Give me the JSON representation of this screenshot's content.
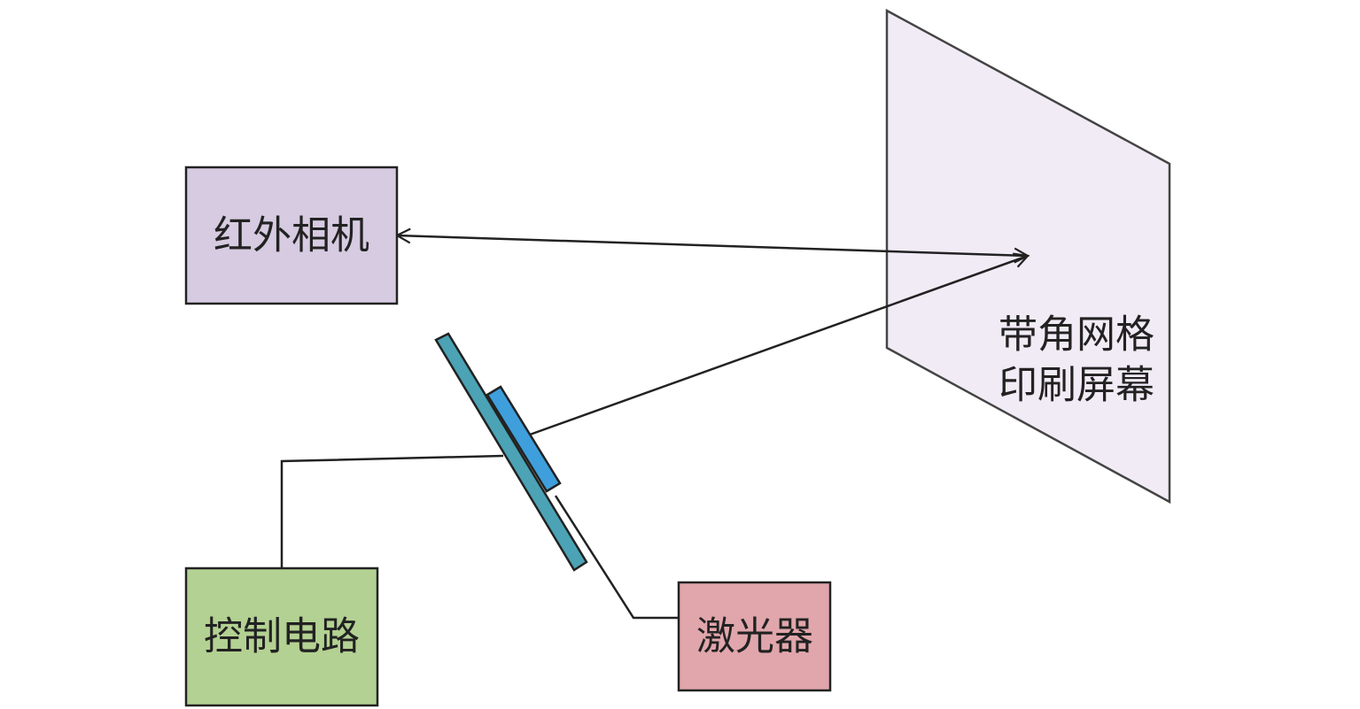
{
  "diagram": {
    "camera": {
      "label": "红外相机",
      "fill": "#d6cbe1"
    },
    "screen": {
      "label_line1": "带角网格",
      "label_line2": "印刷屏幕",
      "fill": "#f1ebf6"
    },
    "control": {
      "label": "控制电路",
      "fill": "#b3d192"
    },
    "laser": {
      "label": "激光器",
      "fill": "#e0a6ab"
    },
    "mirror": {
      "back_fill": "#4ba3b5",
      "front_fill": "#3e9fdc"
    },
    "stroke": "#222222"
  }
}
